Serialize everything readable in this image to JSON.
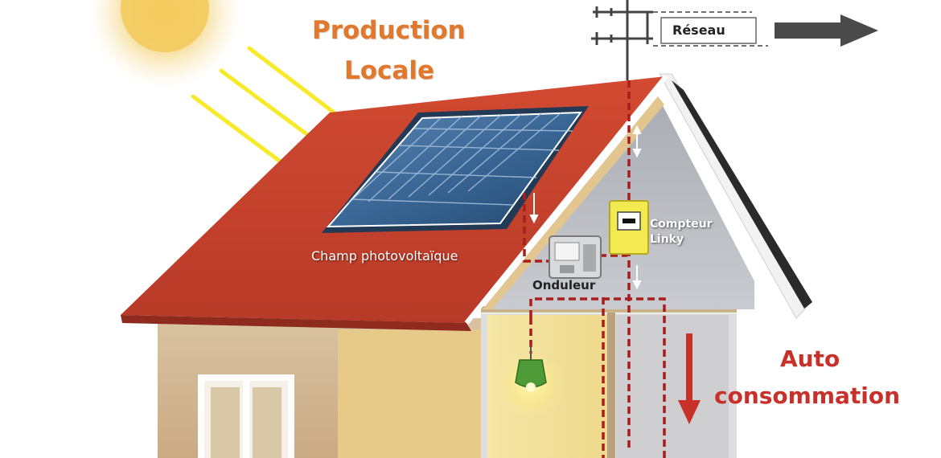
{
  "title": {
    "line1": "Production",
    "line2": "Locale"
  },
  "network_label": "Réseau",
  "solar_field_label": "Champ photovoltaïque",
  "inverter_label": "Onduleur",
  "meter_label": {
    "line1": "Compteur",
    "line2": "Linky"
  },
  "self_consumption": {
    "line1": "Auto",
    "line2": "consommation"
  },
  "icons": [
    "sun-icon",
    "sunlight-arrow-icon",
    "solar-panel-icon",
    "antenna-icon",
    "grid-arrow-icon",
    "inverter-icon",
    "meter-icon",
    "lamp-icon",
    "down-arrow-icon"
  ],
  "colors": {
    "roof": "#c8412c",
    "title_orange": "#e0782e",
    "accent_red": "#c8302a",
    "wire_red": "#a81e1e",
    "panel_blue": "#2f5d8c",
    "sun_yellow": "#f3d36a",
    "meter_yellow": "#f2ea50",
    "lamp_green": "#4e9a36"
  }
}
